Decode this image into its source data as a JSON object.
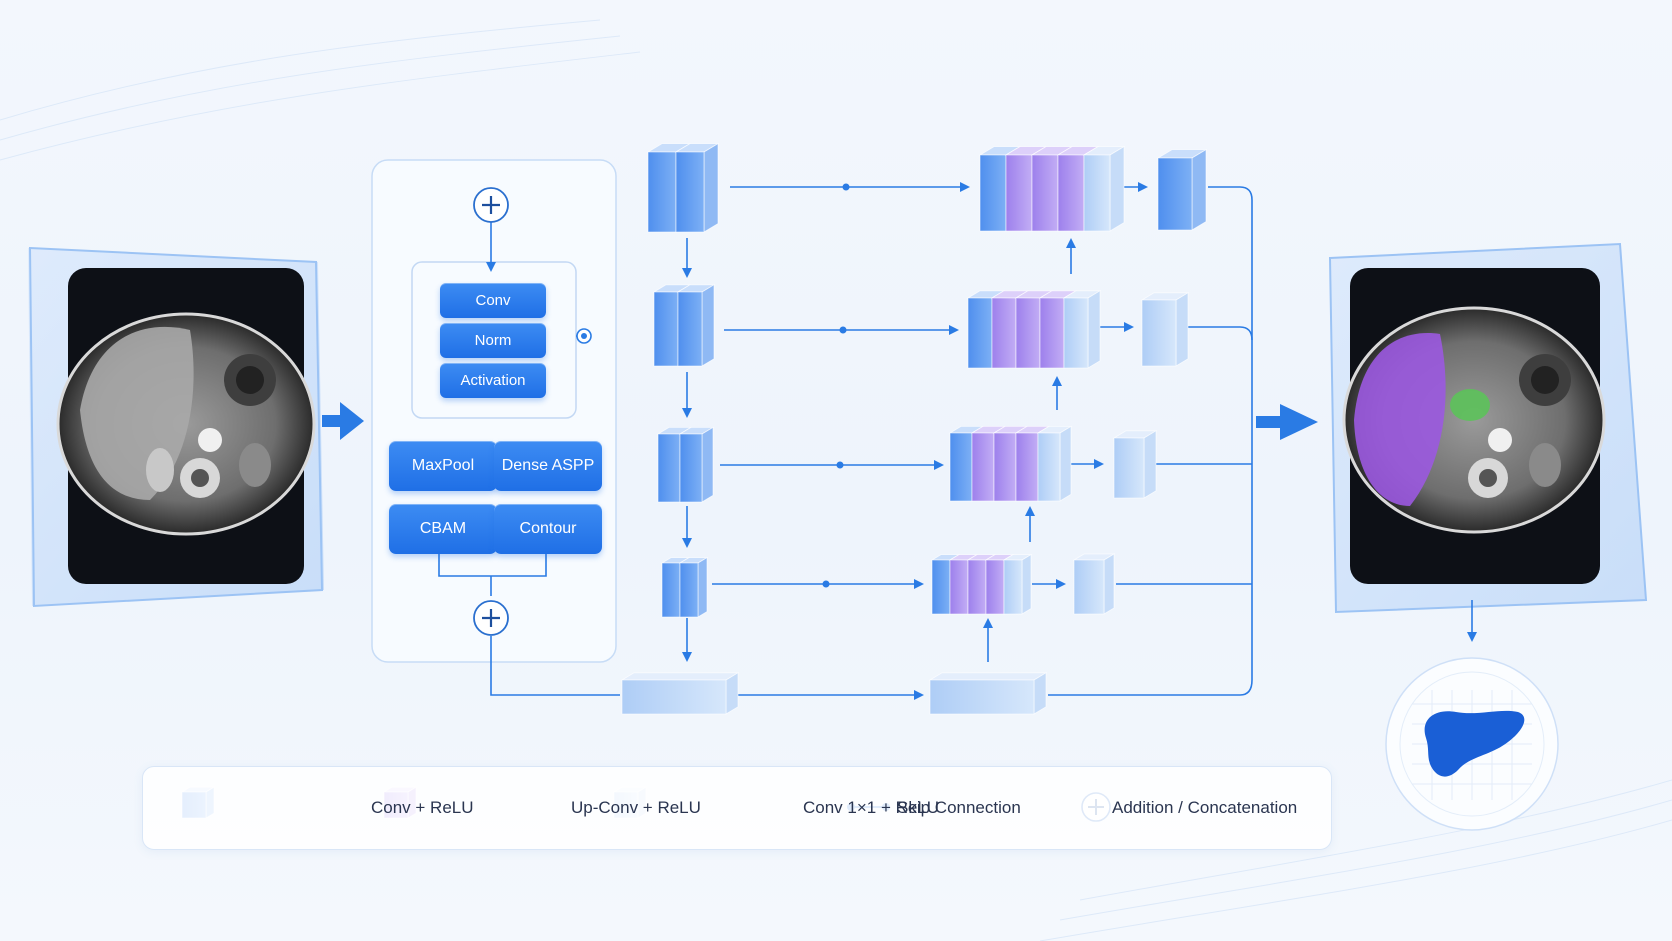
{
  "module": {
    "labels": {
      "conv": "Conv",
      "norm": "Norm",
      "activation": "Activation",
      "maxpool": "MaxPool",
      "dense_aspp": "Dense ASPP",
      "cbam": "CBAM",
      "contour": "Contour"
    }
  },
  "legend": {
    "conv_relu": "Conv + ReLU",
    "upconv_relu": "Up-Conv + ReLU",
    "conv1x1_relu": "Conv 1×1 + ReLU",
    "skip_connection": "Skip Connection",
    "add_concat": "Addition / Concatenation"
  },
  "colors": {
    "accent": "#1f6fe6",
    "line": "#2a7be4",
    "encoder_block": "#5a9bf0",
    "upconv_block": "#a98ef0",
    "conv1x1_block": "#b8d4f6",
    "liver_overlay": "#9b59e0",
    "gallbladder_overlay": "#5cc25a"
  },
  "icons": {
    "input_scan": "ct-scan-image",
    "output_scan": "segmented-ct-scan-image",
    "organ": "liver-icon",
    "addition": "plus-circle-icon"
  }
}
